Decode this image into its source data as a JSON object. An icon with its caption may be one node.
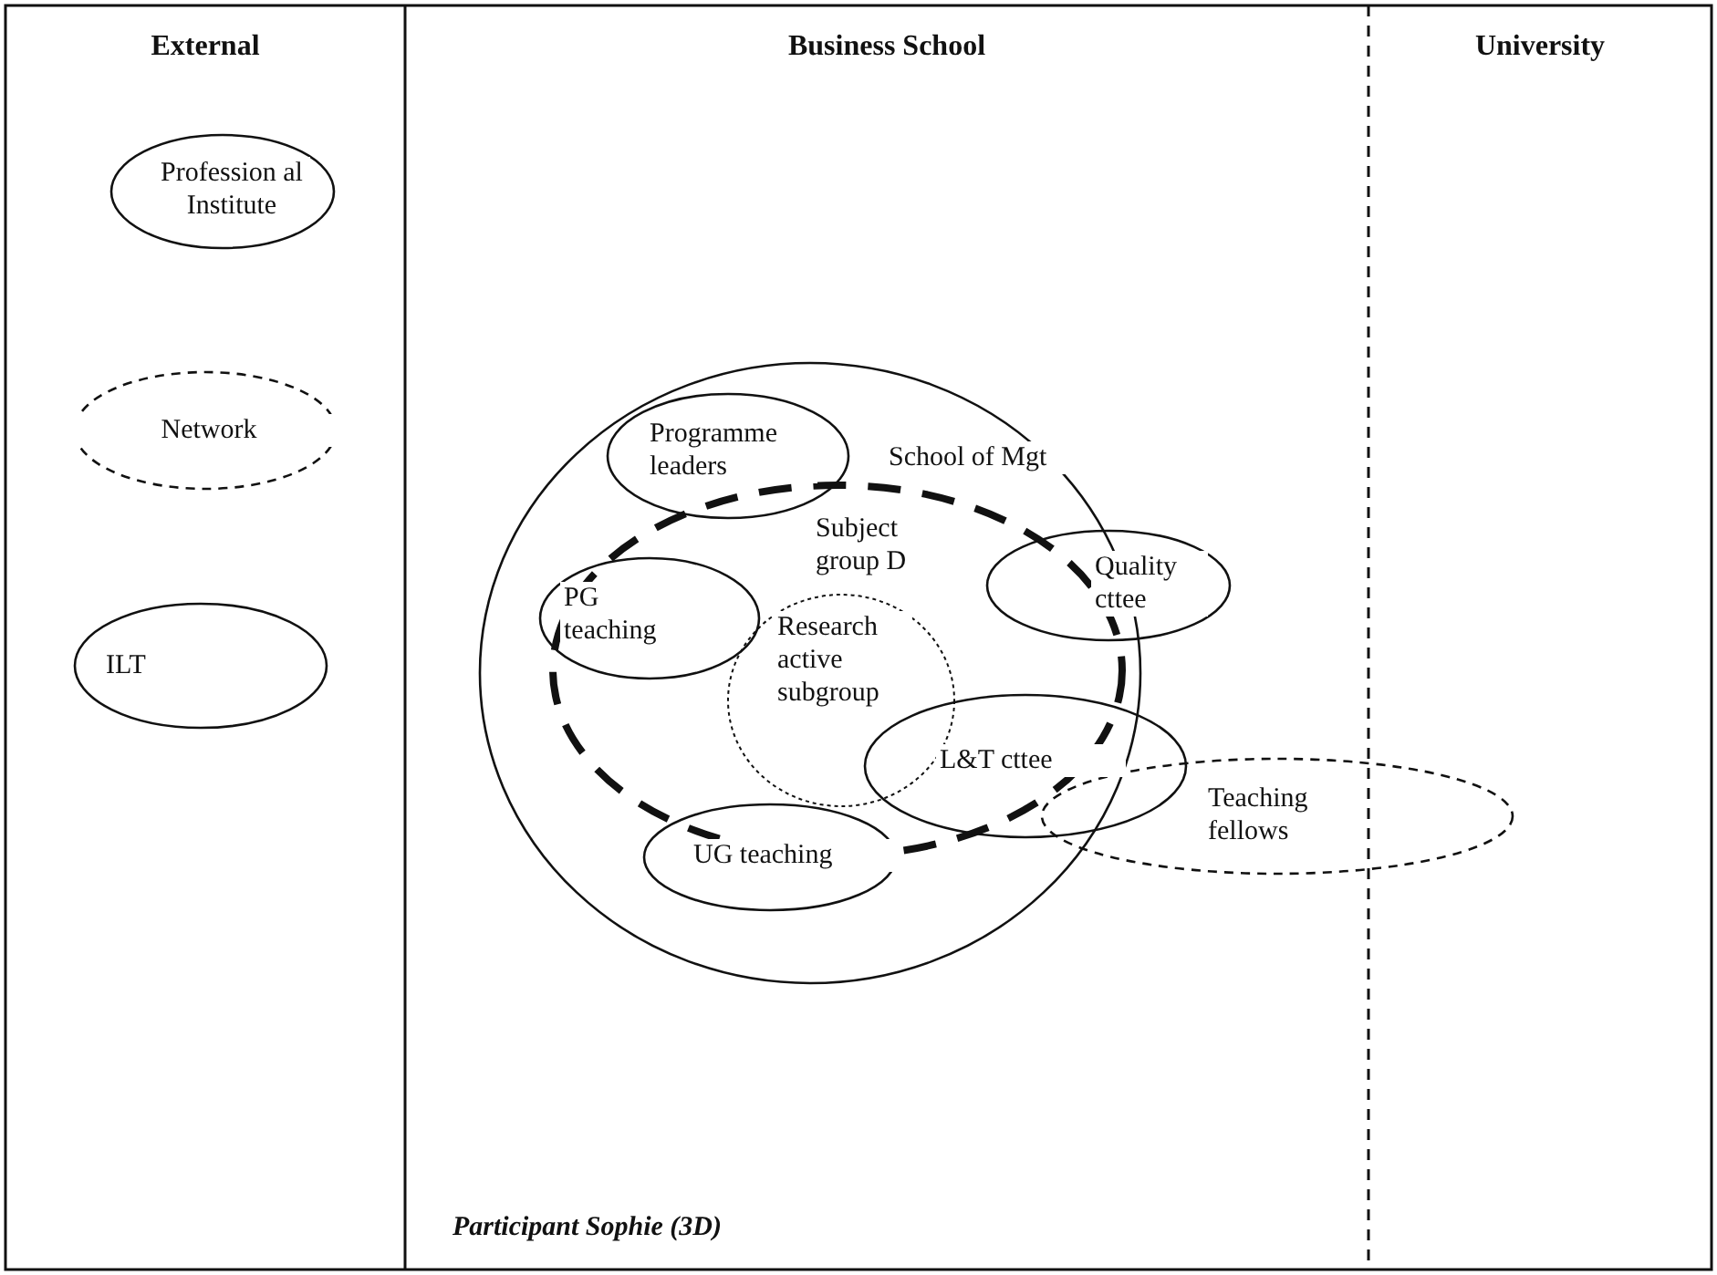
{
  "diagram": {
    "nodes": [
      {
        "text": [
          "External"
        ]
      },
      {
        "text": [
          "Business School"
        ]
      },
      {
        "text": [
          "University"
        ]
      },
      {
        "text": [
          "Profession al Institute"
        ],
        "in": 0
      },
      {
        "text": [
          "Network"
        ],
        "in": 0
      },
      {
        "text": [
          "ILT"
        ],
        "in": 0
      },
      {
        "text": [
          "School of Mgt"
        ],
        "in": 1
      },
      {
        "text": [
          "Subject group D"
        ],
        "in": 6
      },
      {
        "text": [
          "Programme leaders"
        ],
        "in": 6
      },
      {
        "text": [
          "Quality cttee"
        ]
      },
      {
        "text": [
          "PG teaching"
        ],
        "in": 6
      },
      {
        "text": [
          "Research active subgroup"
        ],
        "in": 7
      },
      {
        "text": [
          "L&T cttee"
        ]
      },
      {
        "text": [
          "UG teaching"
        ],
        "in": 6
      },
      {
        "text": [
          "Teaching fellows"
        ]
      }
    ],
    "edges": [],
    "labels": [
      "Participant Sophie (3D)"
    ]
  }
}
